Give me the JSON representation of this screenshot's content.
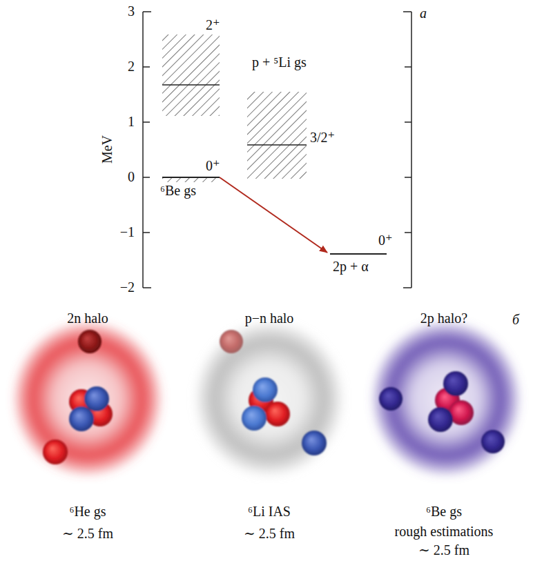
{
  "diagram": {
    "nodes": [
      {
        "text": [
          "2⁺"
        ]
      },
      {
        "text": [
          "0⁺",
          "⁶Be gs"
        ]
      },
      {
        "text": [
          "p + ⁵Li gs",
          "3/2⁺"
        ]
      },
      {
        "text": [
          "0⁺",
          "2p + α"
        ]
      },
      {
        "text": [
          "2n halo",
          "⁶He gs",
          "∼ 2.5 fm"
        ]
      },
      {
        "text": [
          "p−n halo",
          "⁶Li IAS",
          "∼ 2.5 fm"
        ]
      },
      {
        "text": [
          "2p halo?",
          "⁶Be gs",
          "rough estimations",
          "∼ 2.5 fm"
        ]
      }
    ],
    "edges": [
      {
        "from": 1,
        "to": 3,
        "arrow": "to"
      }
    ],
    "labels": [
      "3",
      "2",
      "1",
      "0",
      "−1",
      "−2",
      "MeV",
      "a",
      "б"
    ]
  }
}
